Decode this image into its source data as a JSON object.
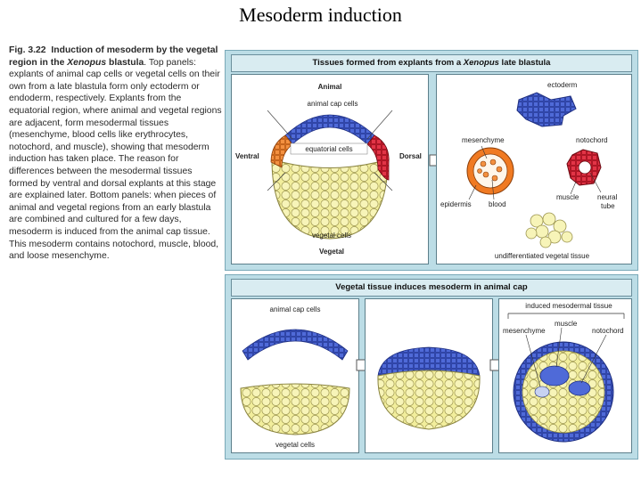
{
  "slide_title": "Mesoderm induction",
  "caption": {
    "fig_number": "Fig. 3.22",
    "title_part1": "Induction of mesoderm by the vegetal region in the ",
    "title_italic": "Xenopus",
    "title_part2": " blastula",
    "body": ". Top panels: explants of animal cap cells or vegetal cells on their own from a late blastula form only ectoderm or endoderm, respectively. Explants from the equatorial region, where animal and vegetal regions are adjacent, form mesodermal tissues (mesenchyme, blood cells like erythrocytes, notochord, and muscle), showing that mesoderm induction has taken place. The reason for differences between the mesodermal tissues formed by ventral and dorsal explants at this stage are explained later. Bottom panels: when pieces of animal and vegetal regions from an early blastula are combined and cultured for a few days, mesoderm is induced from the animal cap tissue. This mesoderm contains notochord, muscle, blood, and loose mesenchyme."
  },
  "top_panel": {
    "header_part1": "Tissues formed from explants from a ",
    "header_italic": "Xenopus",
    "header_part2": " late blastula",
    "left_labels": {
      "animal": "Animal",
      "animal_cap": "animal cap cells",
      "ventral": "Ventral",
      "dorsal": "Dorsal",
      "equatorial": "equatorial cells",
      "vegetal_cells": "vegetal cells",
      "vegetal": "Vegetal"
    },
    "right_labels": {
      "ectoderm": "ectoderm",
      "mesenchyme": "mesenchyme",
      "notochord": "notochord",
      "epidermis": "epidermis",
      "blood": "blood",
      "muscle": "muscle",
      "neural": "neural",
      "tube": "tube",
      "undiff": "undifferentiated vegetal tissue"
    }
  },
  "bottom_panel": {
    "header": "Vegetal tissue induces mesoderm in animal cap",
    "labels": {
      "animal_cap": "animal cap cells",
      "vegetal_cells": "vegetal cells",
      "induced": "induced mesodermal tissue",
      "muscle": "muscle",
      "mesenchyme": "mesenchyme",
      "notochord": "notochord"
    }
  },
  "colors": {
    "animal_blue": "#3b55c9",
    "vegetal_yellow": "#f2ee9c",
    "mesoderm_orange": "#f07a22",
    "dorsal_red": "#d9192c",
    "panel_frame": "#bcdde6"
  }
}
